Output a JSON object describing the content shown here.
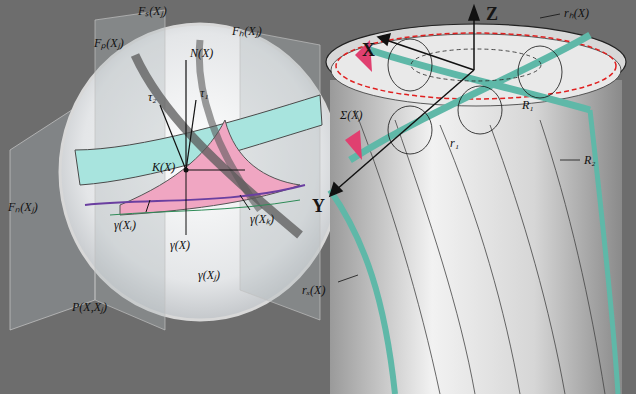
{
  "diagram": {
    "labels": [
      "Fₙ(Xⱼ)",
      "Fₚ(Xⱼ)",
      "Fₛ(Xⱼ)",
      "Fₕ(Xⱼ)",
      "τ₂",
      "τ₁",
      "N(X)",
      "K(X)",
      "γ(Xᵢ)",
      "γ(X)",
      "γ(Xⱼ)",
      "γ(Xₖ)",
      "P(X,Xⱼ)",
      "Z",
      "X",
      "Y",
      "rₕ(X)",
      "R₁",
      "r₁",
      "Σ(X)",
      "R₂",
      "rₓ(X)"
    ]
  }
}
